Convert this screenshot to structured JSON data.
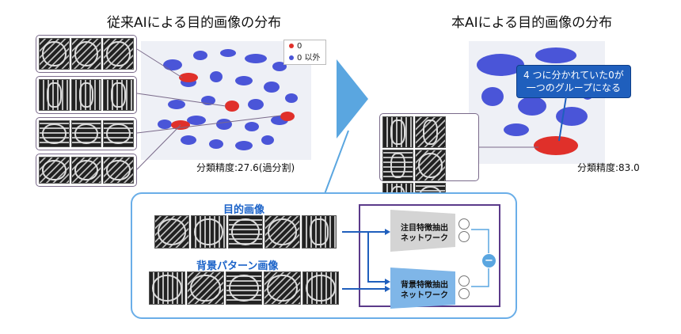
{
  "left_section": {
    "title": "従来AIによる目的画像の分布",
    "accuracy": "分類精度:27.6(過分割)",
    "legend": [
      {
        "label": "0",
        "color": "#e0302a"
      },
      {
        "label": "0 以外",
        "color": "#4a55d8"
      }
    ]
  },
  "right_section": {
    "title": "本AIによる目的画像の分布",
    "accuracy": "分類精度:83.0",
    "callout_line1": "4 つに分かれていた0が",
    "callout_line2": "一つのグループになる"
  },
  "bottom_panel": {
    "target_label": "目的画像",
    "background_label": "背景パターン画像",
    "network1_line1": "注目特徴抽出",
    "network1_line2": "ネットワーク",
    "network2_line1": "背景特徴抽出",
    "network2_line2": "ネットワーク",
    "operator": "−"
  },
  "colors": {
    "accent_blue": "#6aaee8",
    "cluster_blue": "#4a55d8",
    "cluster_red": "#e0302a",
    "callout_blue": "#1f5fbd",
    "frame_purple": "#5b3a8a"
  }
}
